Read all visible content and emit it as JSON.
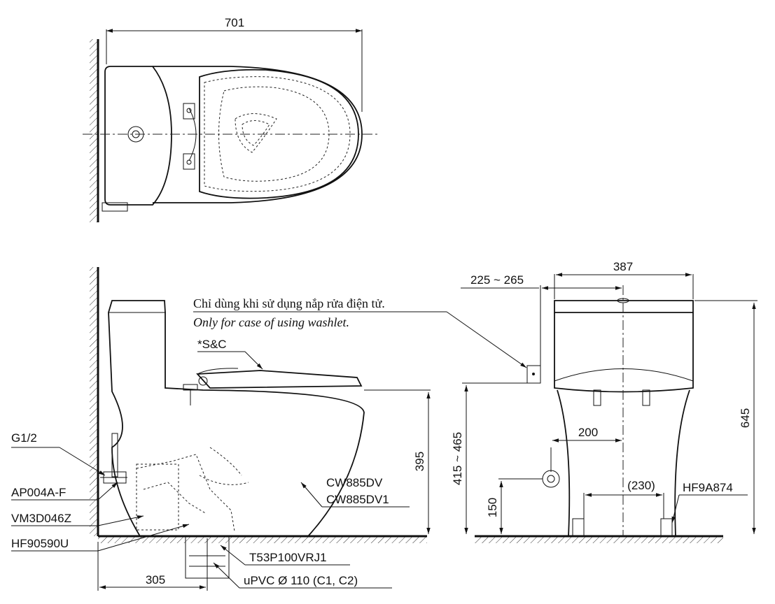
{
  "dimensions": {
    "top_width": "701",
    "side_depth": "305",
    "side_height": "395",
    "front_width": "387",
    "outlet_offset": "225 ~ 265",
    "seat_height_range": "415 ~ 465",
    "total_height": "645",
    "inlet_offset": "200",
    "anchor_spacing": "(230)",
    "inlet_height": "150"
  },
  "notes": {
    "vi": "Chỉ dùng khi sử dụng nắp rửa điện tử.",
    "en": "Only for case of using washlet."
  },
  "parts": {
    "seat": "*S&C",
    "thread": "G1/2",
    "angle_valve": "AP004A-F",
    "supply_hose": "VM3D046Z",
    "flange": "HF90590U",
    "model_1": "CW885DV",
    "model_2": "CW885DV1",
    "adapter": "T53P100VRJ1",
    "drain_pipe": "uPVC Ø 110 (C1, C2)",
    "floor_bolt": "HF9A874"
  }
}
